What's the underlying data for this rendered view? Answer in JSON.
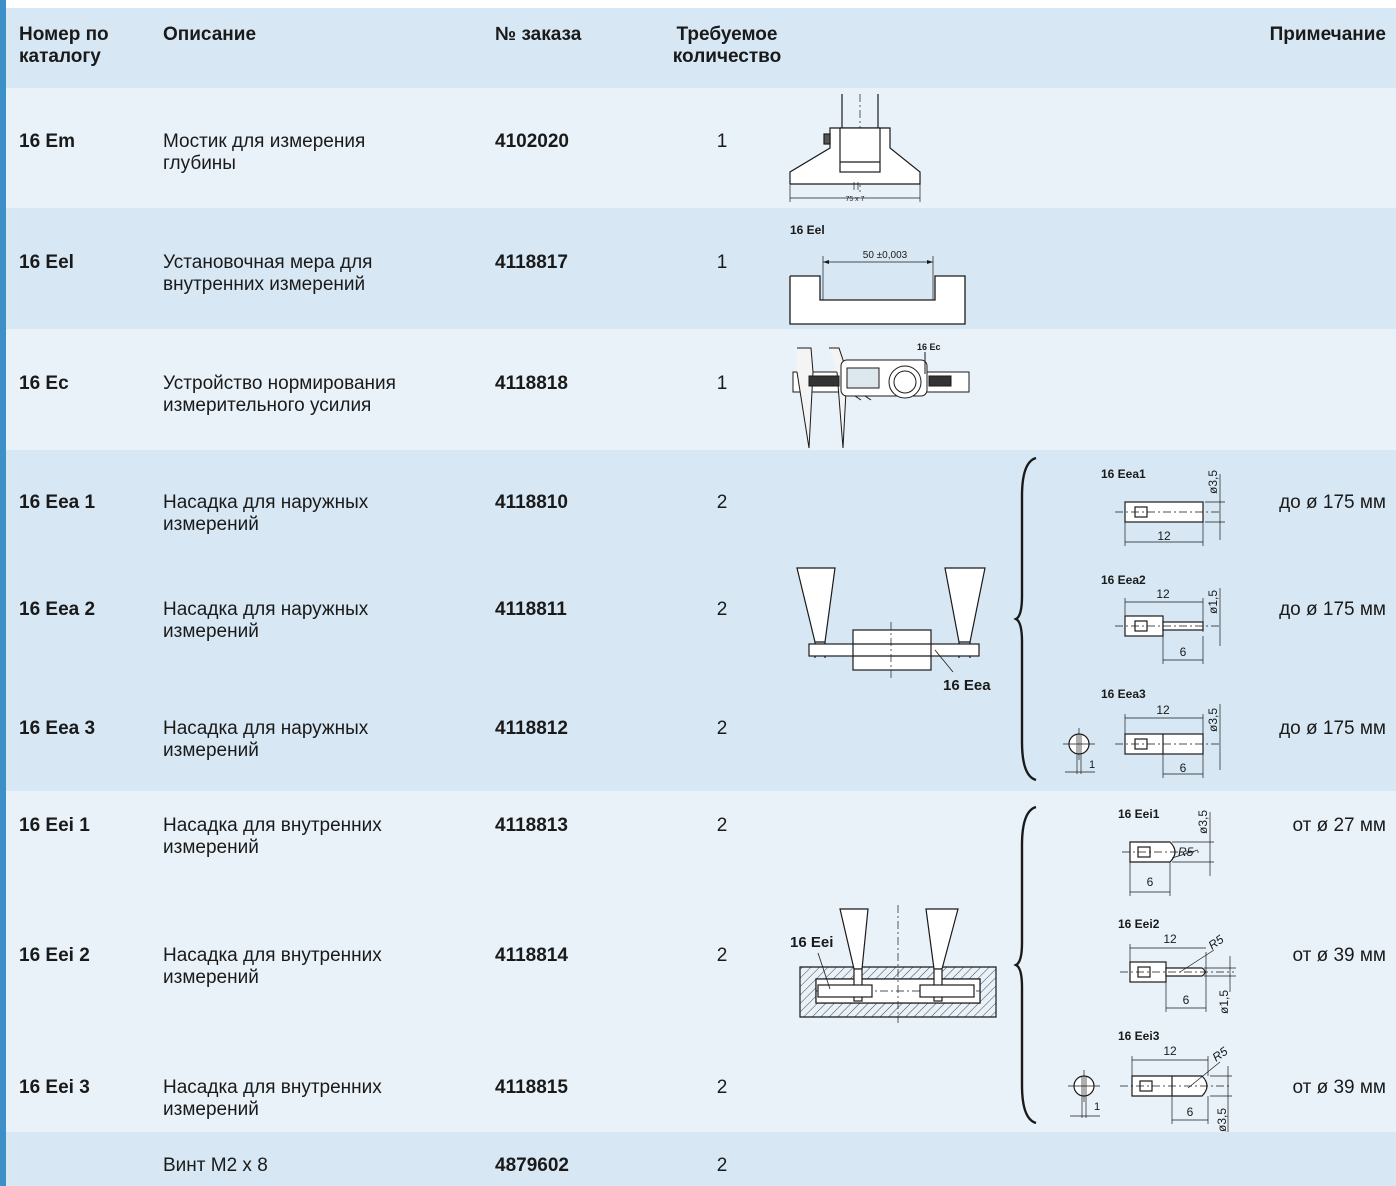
{
  "header": {
    "catalog": "Номер по каталогу",
    "description": "Описание",
    "order": "№ заказа",
    "quantity": "Требуемое количество",
    "note": "Примечание"
  },
  "rows": [
    {
      "catalog": "16 Em",
      "description": "Мостик для измерения глубины",
      "order": "4102020",
      "quantity": "1",
      "note": ""
    },
    {
      "catalog": "16 Eel",
      "description": "Установочная мера для внутренних измерений",
      "order": "4118817",
      "quantity": "1",
      "note": ""
    },
    {
      "catalog": "16 Ec",
      "description": "Устройство нормирования измерительного усилия",
      "order": "4118818",
      "quantity": "1",
      "note": ""
    },
    {
      "catalog": "16 Eea 1",
      "description": "Насадка для наружных измерений",
      "order": "4118810",
      "quantity": "2",
      "note": "до ø 175 мм"
    },
    {
      "catalog": "16 Eea 2",
      "description": "Насадка для наружных измерений",
      "order": "4118811",
      "quantity": "2",
      "note": "до ø 175 мм"
    },
    {
      "catalog": "16 Eea 3",
      "description": "Насадка для наружных измерений",
      "order": "4118812",
      "quantity": "2",
      "note": "до ø 175 мм"
    },
    {
      "catalog": "16 Eei 1",
      "description": "Насадка для внутренних измерений",
      "order": "4118813",
      "quantity": "2",
      "note": "от ø 27 мм"
    },
    {
      "catalog": "16 Eei 2",
      "description": "Насадка для внутренних измерений",
      "order": "4118814",
      "quantity": "2",
      "note": "от ø 39 мм"
    },
    {
      "catalog": "16 Eei 3",
      "description": "Насадка для внутренних измерений",
      "order": "4118815",
      "quantity": "2",
      "note": "от ø 39 мм"
    },
    {
      "catalog": "",
      "description": "Винт M2 x 8",
      "order": "4879602",
      "quantity": "2",
      "note": ""
    }
  ],
  "drawings": {
    "em_dim": "75 x 7",
    "eel_label": "16 Eel",
    "eel_dim": "50 ±0,003",
    "ec_label": "16 Ec",
    "eea_label": "16 Eea",
    "eea1_label": "16 Eea1",
    "eea1_len": "12",
    "eea1_dia": "ø3,5",
    "eea2_label": "16 Eea2",
    "eea2_len": "12",
    "eea2_dia": "ø1,5",
    "eea2_len2": "6",
    "eea3_label": "16 Eea3",
    "eea3_len": "12",
    "eea3_dia": "ø3,5",
    "eea3_len2": "6",
    "eea3_side": "1",
    "eei_label": "16 Eei",
    "eei1_label": "16 Eei1",
    "eei1_dia": "ø3,5",
    "eei1_r": "R5",
    "eei1_len": "6",
    "eei2_label": "16 Eei2",
    "eei2_len": "12",
    "eei2_r": "R5",
    "eei2_len2": "6",
    "eei2_dia": "ø1,5",
    "eei3_label": "16 Eei3",
    "eei3_len": "12",
    "eei3_r": "R5",
    "eei3_len2": "6",
    "eei3_dia": "ø3,5",
    "eei3_side": "1"
  },
  "colors": {
    "accent": "#3d8fc8",
    "band_dark": "#d7e8f4",
    "band_light": "#e9f2f9"
  }
}
